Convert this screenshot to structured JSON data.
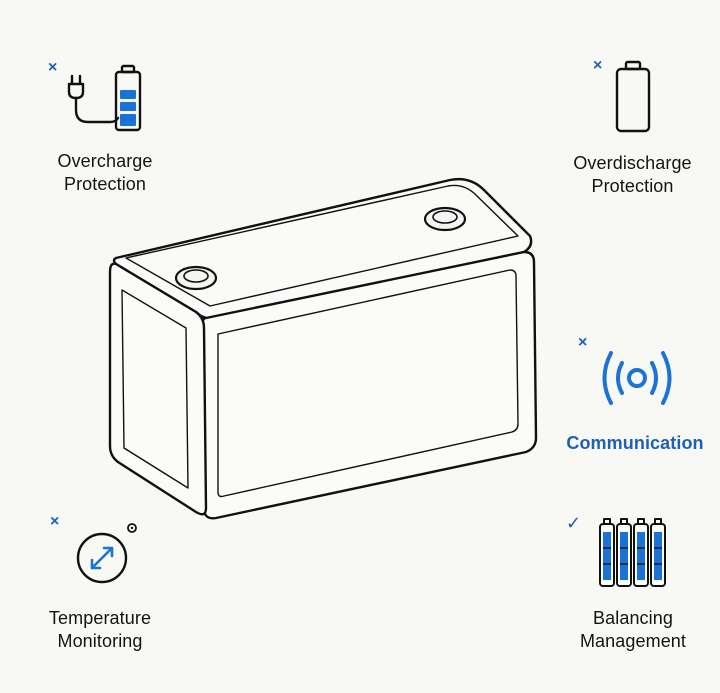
{
  "features": {
    "overcharge": {
      "line1": "Overcharge",
      "line2": "Protection",
      "mark": "×",
      "mark_color": "#1f5fb8",
      "icon": "plug-battery-icon"
    },
    "overdischarge": {
      "line1": "Overdischarge",
      "line2": "Protection",
      "mark": "×",
      "mark_color": "#1f5fb8",
      "icon": "empty-battery-icon"
    },
    "communication": {
      "line1": "Communication",
      "mark": "×",
      "mark_color": "#1f5fb8",
      "icon": "wireless-signal-icon"
    },
    "temperature": {
      "line1": "Temperature",
      "line2": "Monitoring",
      "mark": "×",
      "mark_color": "#1f5fb8",
      "icon": "thermometer-arrows-icon"
    },
    "balancing": {
      "line1": "Balancing",
      "line2": "Management",
      "mark": "✓",
      "mark_color": "#1f5fb8",
      "icon": "battery-cells-icon"
    }
  },
  "colors": {
    "accent": "#1f5fb8",
    "fill": "#1a73d9",
    "outline": "#111111"
  }
}
